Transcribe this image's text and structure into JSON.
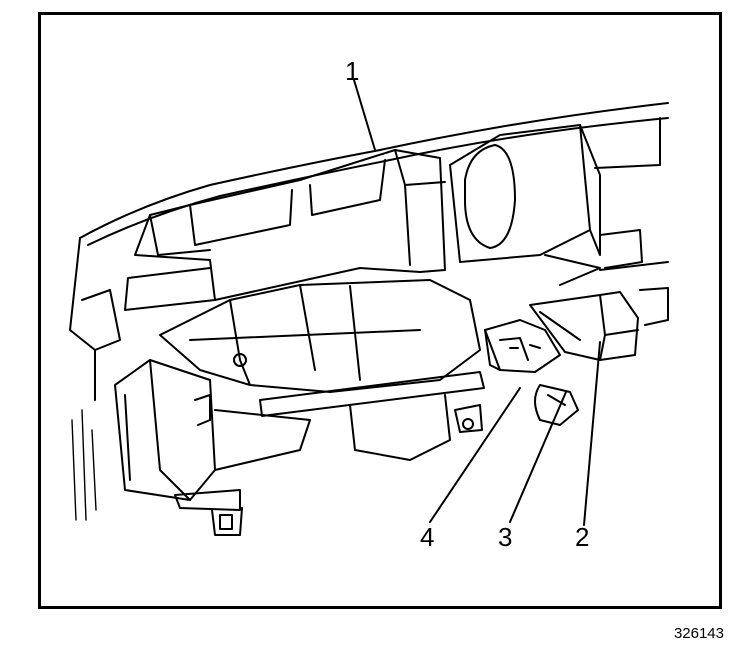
{
  "figure": {
    "callouts": [
      {
        "id": "1",
        "label": "1"
      },
      {
        "id": "2",
        "label": "2"
      },
      {
        "id": "3",
        "label": "3"
      },
      {
        "id": "4",
        "label": "4"
      }
    ],
    "figure_number": "326143"
  },
  "colors": {
    "ink": "#000000",
    "paper": "#ffffff"
  }
}
